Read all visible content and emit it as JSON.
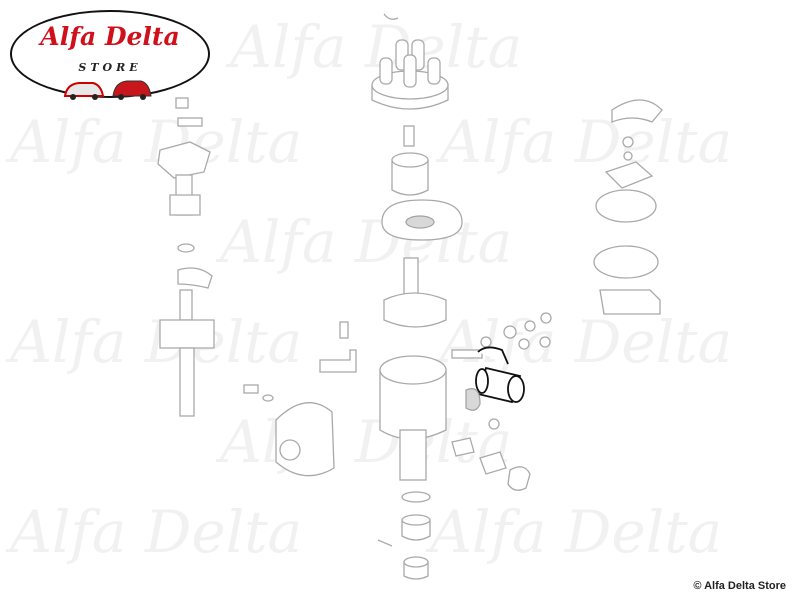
{
  "logo": {
    "title": "Alfa Delta",
    "subtitle": "STORE"
  },
  "watermark": {
    "text": "Alfa Delta"
  },
  "copyright": "© Alfa Delta Store",
  "highlighted_part": {
    "name": "condenser",
    "color": "#111111"
  },
  "colors": {
    "part_stroke": "#a9a9a9",
    "logo_red": "#d0111b",
    "watermark": "#f1f1f1"
  }
}
